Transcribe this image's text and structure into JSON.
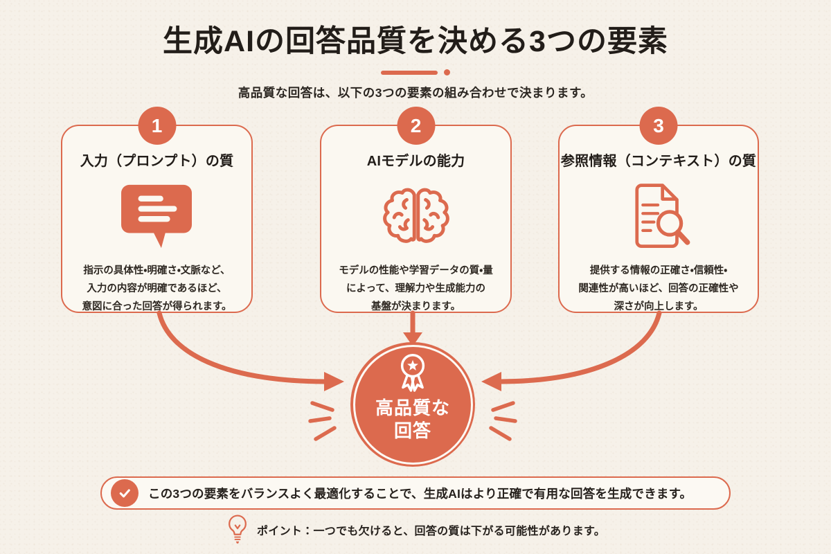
{
  "page": {
    "title": "生成AIの回答品質を決める3つの要素",
    "subtitle": "高品質な回答は、以下の3つの要素の組み合わせで決まります。"
  },
  "cards": [
    {
      "number": "1",
      "title": "入力（プロンプト）の質",
      "icon": "speech-bubble-icon",
      "description": "指示の具体性・明確さ・文脈など、\n入力の内容が明確であるほど、\n意図に合った回答が得られます。"
    },
    {
      "number": "2",
      "title": "AIモデルの能力",
      "icon": "brain-icon",
      "description": "モデルの性能や学習データの質・量\nによって、理解力や生成能力の\n基盤が決まります。"
    },
    {
      "number": "3",
      "title": "参照情報（コンテキスト）の質",
      "icon": "document-search-icon",
      "description": "提供する情報の正確さ・信頼性・\n関連性が高いほど、回答の正確性や\n深さが向上します。"
    }
  ],
  "center": {
    "icon": "medal-icon",
    "label": "高品質な\n回答"
  },
  "banner": {
    "icon": "check-icon",
    "text": "この3つの要素をバランスよく最適化することで、生成AIはより正確で有用な回答を生成できます。"
  },
  "point": {
    "icon": "lightbulb-icon",
    "text": "ポイント：一つでも欠けると、回答の質は下がる可能性があります。"
  },
  "colors": {
    "accent": "#dc6a4e",
    "background": "#f6f1e9",
    "card_background": "#fbf8f1",
    "text": "#26211d"
  }
}
